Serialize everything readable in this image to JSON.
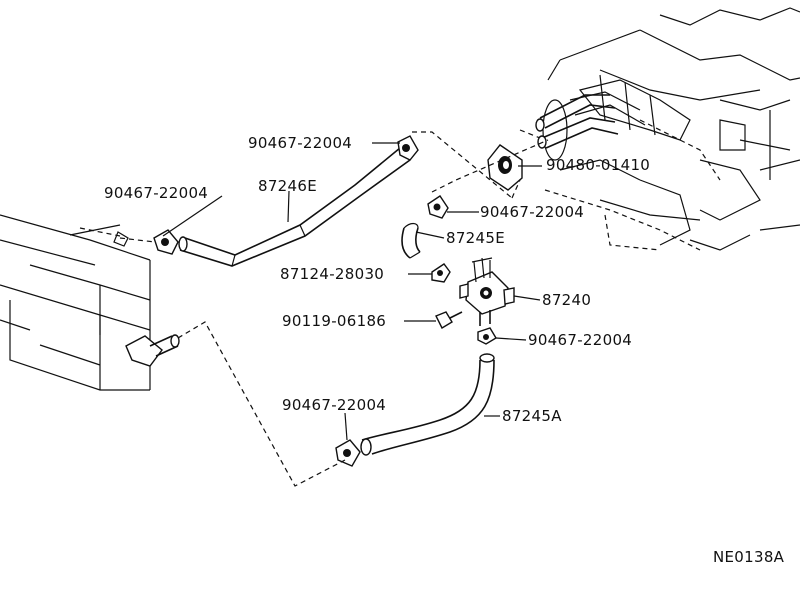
{
  "diagram_code": "NE0138A",
  "labels": {
    "clamp_top": "90467-22004",
    "hose_upper": "87246E",
    "clamp_left": "90467-22004",
    "grommet": "90480-01410",
    "clamp_mid": "90467-22004",
    "hose_short": "87245E",
    "bracket": "87124-28030",
    "valve": "87240",
    "bolt": "90119-06186",
    "clamp_valve": "90467-22004",
    "clamp_lower": "90467-22004",
    "hose_lower": "87245A"
  }
}
